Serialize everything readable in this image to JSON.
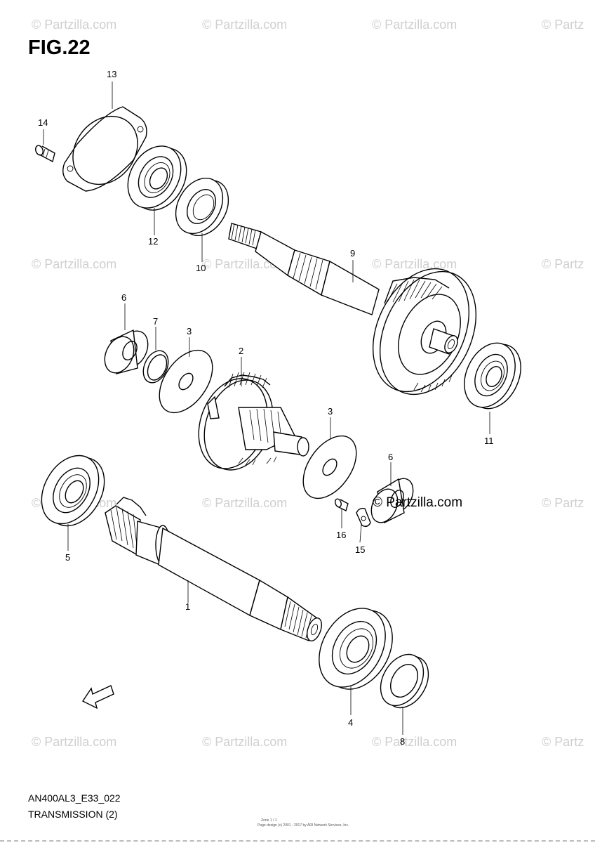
{
  "figure": {
    "title": "FIG.22",
    "code": "AN400AL3_E33_022",
    "subtitle": "TRANSMISSION (2)"
  },
  "watermark": {
    "text": "© Partzilla.com",
    "text_cut": "© Partz",
    "strong_text": "© Partzilla.com"
  },
  "callouts": {
    "c1": "1",
    "c2": "2",
    "c3a": "3",
    "c3b": "3",
    "c4": "4",
    "c5": "5",
    "c6a": "6",
    "c6b": "6",
    "c7": "7",
    "c8": "8",
    "c9": "9",
    "c10": "10",
    "c11": "11",
    "c12": "12",
    "c13": "13",
    "c14": "14",
    "c15": "15",
    "c16": "16"
  },
  "direction_marker": "FWD",
  "footer": {
    "line1": "Page design (c) 2001 - 2017 by ARI Network Services, Inc.",
    "line2": "Zone 1 / 1"
  }
}
